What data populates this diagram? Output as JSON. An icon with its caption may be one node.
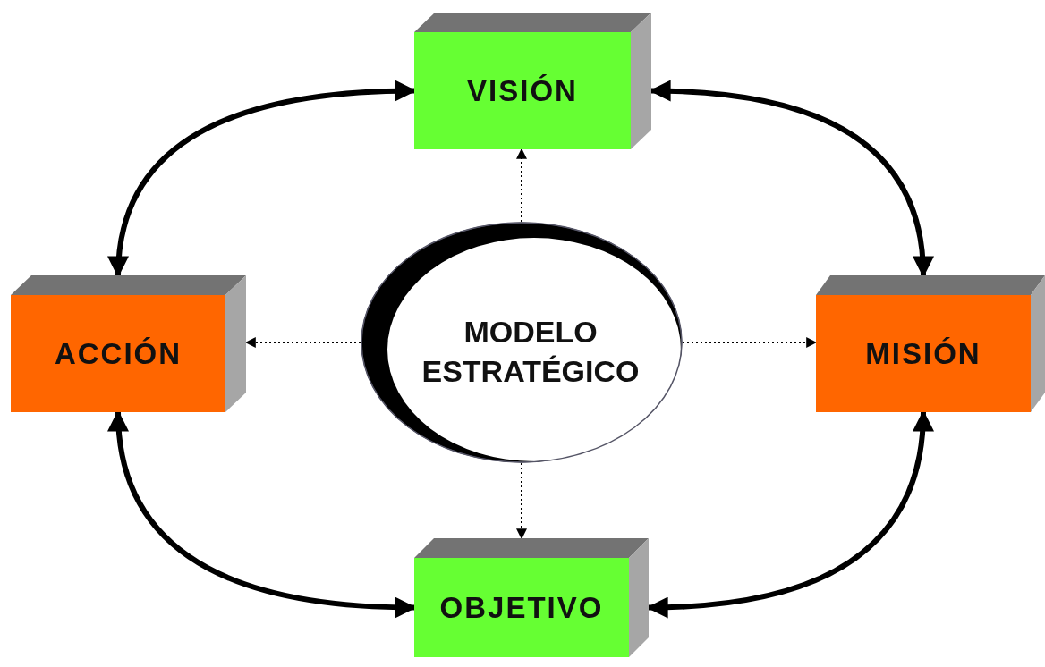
{
  "diagram": {
    "nodes": [
      {
        "text": [
          "MODELO ESTRATÉGICO"
        ]
      },
      {
        "text": [
          "VISIÓN"
        ]
      },
      {
        "text": [
          "ACCIÓN"
        ]
      },
      {
        "text": [
          "MISIÓN"
        ]
      },
      {
        "text": [
          "OBJETIVO"
        ]
      }
    ],
    "edges": [
      {
        "from": 1,
        "to": 2,
        "arrow": "both",
        "style": "thick"
      },
      {
        "from": 1,
        "to": 3,
        "arrow": "both",
        "style": "thick"
      },
      {
        "from": 2,
        "to": 4,
        "arrow": "both",
        "style": "thick"
      },
      {
        "from": 3,
        "to": 4,
        "arrow": "both",
        "style": "thick"
      },
      {
        "from": 0,
        "to": 1,
        "arrow": "to",
        "style": "dashed"
      },
      {
        "from": 0,
        "to": 2,
        "arrow": "to",
        "style": "dashed"
      },
      {
        "from": 0,
        "to": 3,
        "arrow": "to",
        "style": "dashed"
      },
      {
        "from": 0,
        "to": 4,
        "arrow": "to",
        "style": "dashed"
      }
    ]
  }
}
